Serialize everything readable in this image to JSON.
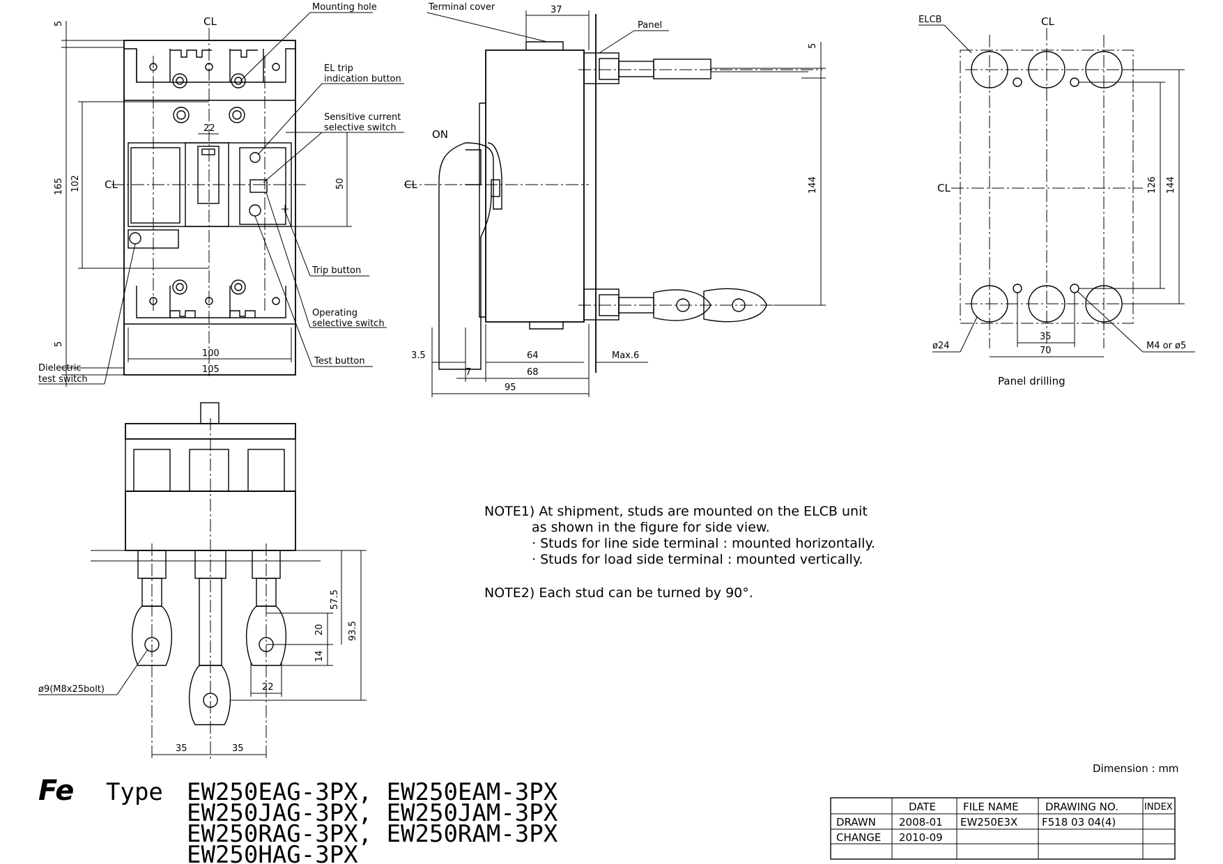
{
  "centerline_symbol": "CL",
  "front_view": {
    "dims": {
      "top_margin": "5",
      "bottom_margin": "5",
      "height_total": "165",
      "height_mount": "102",
      "handle_width": "22",
      "panel_height": "50",
      "width_inner": "100",
      "width_outer": "105"
    },
    "labels": {
      "mounting_hole": "Mounting hole",
      "el_trip_line1": "EL trip",
      "el_trip_line2": "indication button",
      "sensitive_line1": "Sensitive current",
      "sensitive_line2": "selective switch",
      "trip_button": "Trip button",
      "operating_line1": "Operating",
      "operating_line2": "selective switch",
      "test_button": "Test button",
      "dielectric_line1": "Dielectric",
      "dielectric_line2": "test switch"
    }
  },
  "side_view": {
    "dims": {
      "cover": "37",
      "stud_offset": "5",
      "height": "144",
      "d1": "3.5",
      "d2": "7",
      "d3": "64",
      "d4": "68",
      "d5": "95",
      "max": "Max.6"
    },
    "labels": {
      "terminal_cover": "Terminal cover",
      "panel": "Panel",
      "on": "ON"
    }
  },
  "panel_drilling": {
    "title": "Panel drilling",
    "dims": {
      "h1": "126",
      "h2": "144",
      "w1": "35",
      "w2": "70",
      "hole_dia": "ø24",
      "screw": "M4 or ø5"
    },
    "labels": {
      "elcb": "ELCB"
    }
  },
  "bottom_view": {
    "dims": {
      "d57": "57.5",
      "d93": "93.5",
      "d20": "20",
      "d14": "14",
      "d22": "22",
      "s1": "35",
      "s2": "35"
    },
    "labels": {
      "bolt": "ø9(M8x25bolt)"
    }
  },
  "notes": {
    "n1_line1": "NOTE1) At shipment, studs are mounted on the ELCB unit",
    "n1_line2": "as shown in the figure for side view.",
    "n1_line3": "· Studs for line side terminal : mounted horizontally.",
    "n1_line4": "· Studs for load side terminal : mounted vertically.",
    "n2": "NOTE2) Each stud can be turned by 90°."
  },
  "dimension_unit": "Dimension : mm",
  "type_block": {
    "logo": "Fe",
    "label": "Type",
    "models": [
      "EW250EAG-3PX, EW250EAM-3PX",
      "EW250JAG-3PX, EW250JAM-3PX",
      "EW250RAG-3PX, EW250RAM-3PX",
      "EW250HAG-3PX"
    ]
  },
  "title_table": {
    "headers": [
      "",
      "DATE",
      "FILE NAME",
      "DRAWING NO.",
      "INDEX"
    ],
    "rows": [
      [
        "DRAWN",
        "2008-01",
        "EW250E3X",
        "F518 03 04(4)",
        ""
      ],
      [
        "CHANGE",
        "2010-09",
        "",
        "",
        ""
      ],
      [
        "",
        "",
        "",
        "",
        ""
      ]
    ]
  }
}
